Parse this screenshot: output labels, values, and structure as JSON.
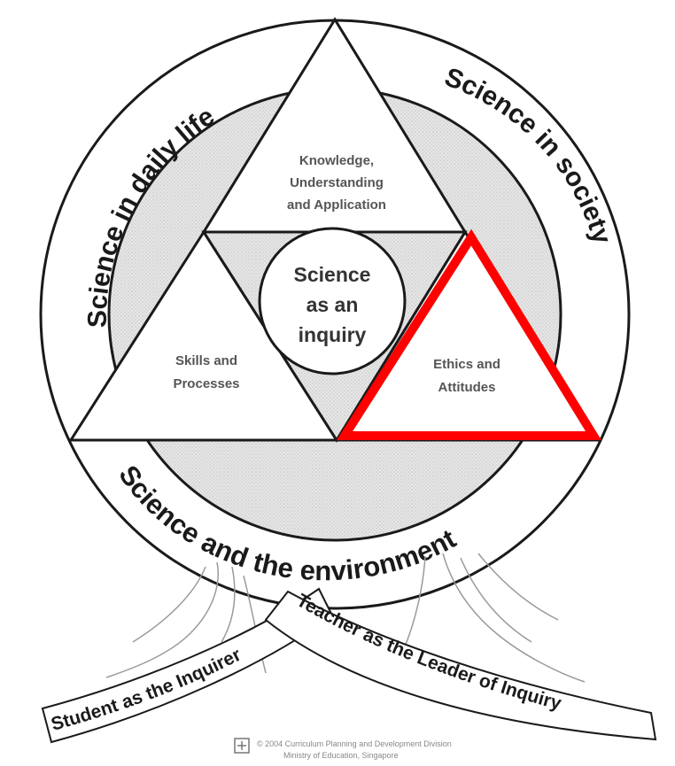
{
  "diagram": {
    "outer_ring": {
      "top_left": "Science in daily life",
      "top_right": "Science in society",
      "bottom": "Science and the environment"
    },
    "triangles": {
      "top": [
        "Knowledge,",
        "Understanding",
        "and Application"
      ],
      "left": [
        "Skills and",
        "Processes"
      ],
      "right": [
        "Ethics and",
        "Attitudes"
      ]
    },
    "center": [
      "Science",
      "as an",
      "inquiry"
    ],
    "ribbons": {
      "left": "Student as the Inquirer",
      "right": "Teacher as the Leader of Inquiry"
    },
    "copyright": {
      "line1": "© 2004 Curriculum Planning and Development Division",
      "line2": "Ministry of Education, Singapore"
    },
    "highlight_color": "#ff0000",
    "highlighted_element": "Ethics and Attitudes"
  }
}
